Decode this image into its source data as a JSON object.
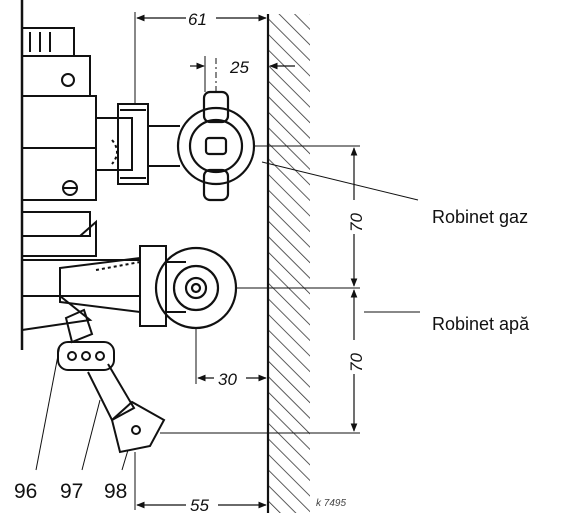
{
  "labels": {
    "gas_valve": "Robinet gaz",
    "water_valve": "Robinet apă"
  },
  "dimensions": {
    "top_width": "61",
    "valve_offset": "25",
    "upper_spacing": "70",
    "lower_spacing": "70",
    "water_offset": "30",
    "bottom_width": "55"
  },
  "part_numbers": [
    "96",
    "97",
    "98"
  ],
  "stamp": "k 7495",
  "colors": {
    "ink": "#111111",
    "paper": "#ffffff",
    "wall_hatch": "#333333"
  }
}
